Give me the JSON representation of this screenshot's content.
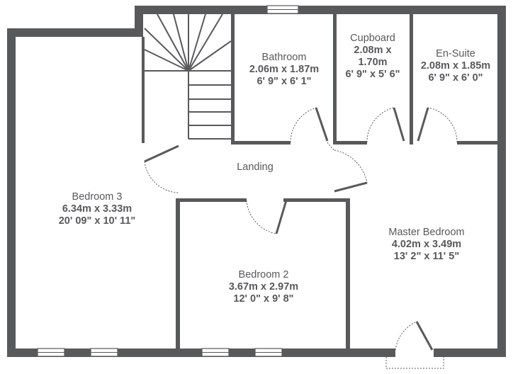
{
  "plan": {
    "colors": {
      "wall": "#58595b",
      "background": "#ffffff"
    },
    "rooms": {
      "bedroom3": {
        "name": "Bedroom 3",
        "metric": "6.34m x 3.33m",
        "imperial": "20' 09\" x 10' 11\""
      },
      "bedroom2": {
        "name": "Bedroom 2",
        "metric": "3.67m x 2.97m",
        "imperial": "12' 0\" x 9' 8\""
      },
      "master": {
        "name": "Master Bedroom",
        "metric": "4.02m x 3.49m",
        "imperial": "13' 2\" x 11' 5\""
      },
      "bathroom": {
        "name": "Bathroom",
        "metric": "2.06m x 1.87m",
        "imperial": "6' 9\" x 6' 1\""
      },
      "cupboard": {
        "name": "Cupboard",
        "metric_line1": "2.08m x",
        "metric_line2": "1.70m",
        "imperial": "6' 9\" x 5' 6\""
      },
      "ensuite": {
        "name": "En-Suite",
        "metric": "2.08m x 1.85m",
        "imperial": "6' 9\" x 6' 0\""
      },
      "landing": {
        "name": "Landing"
      }
    }
  }
}
